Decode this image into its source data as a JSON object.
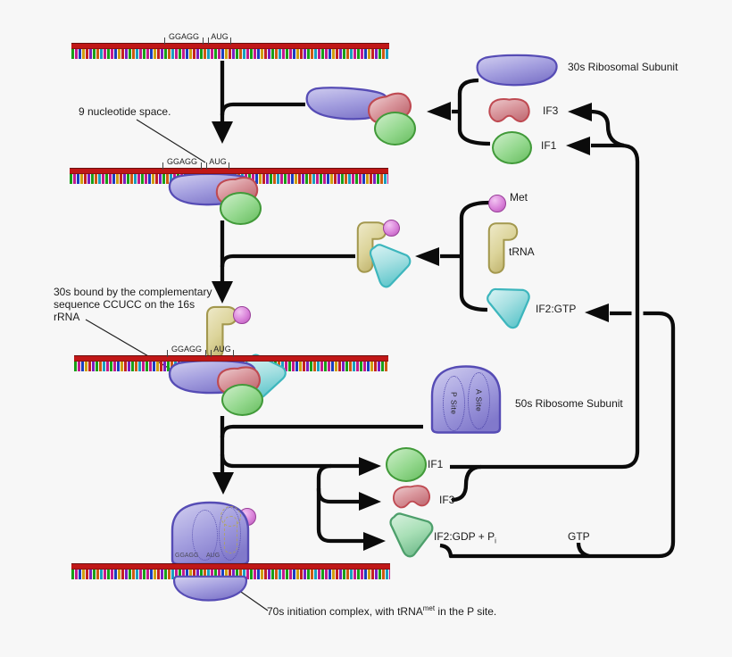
{
  "colors": {
    "background": "#f7f7f7",
    "mrna_red": "#c01717",
    "ribosome_purple": "#a49fdf",
    "if3_pink": "#d9969c",
    "if1_green": "#94d88e",
    "if2_cyan": "#a6e0e2",
    "if2_gdp_mint": "#a8dfb6",
    "trna_khaki": "#dcd49a",
    "met_magenta": "#d982d9",
    "flow_line": "#0b0b0b"
  },
  "mrna": {
    "shine_dalgarno": "GGAGG",
    "start_codon": "AUG"
  },
  "top_right": {
    "ribosome_30s": "30s Ribosomal Subunit",
    "if3": "IF3",
    "if1": "IF1"
  },
  "ternary": {
    "met": "Met",
    "trna": "tRNA",
    "if2_gtp": "IF2:GTP"
  },
  "ribosome_50s": {
    "label": "50s Ribosome Subunit",
    "p_site": "P Site",
    "a_site": "A Site"
  },
  "released": {
    "if1": "IF1",
    "if3": "IF3",
    "if2_gdp": "IF2:GDP + P",
    "if2_gdp_sub": "i",
    "gtp": "GTP"
  },
  "annotations": {
    "nucleotide_space": "9 nucleotide space.",
    "bound_16s": "30s bound by the complementary sequence CCUCC on the 16s rRNA",
    "complex_70s": {
      "pre": "70s initiation complex, with tRNA",
      "sup": "met",
      "post": " in the P site."
    }
  }
}
